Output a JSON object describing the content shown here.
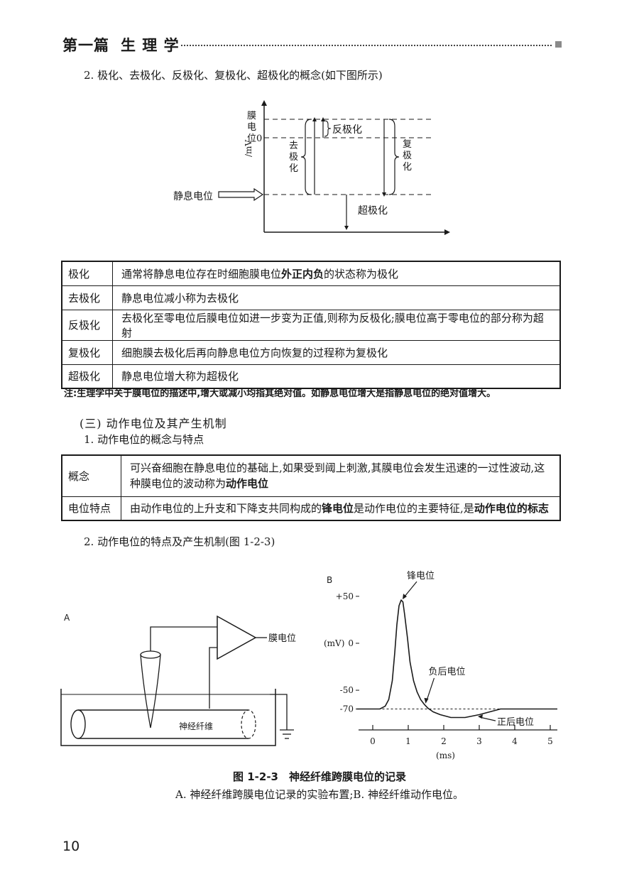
{
  "header": {
    "part": "第一篇",
    "subject": "生 理 学"
  },
  "section2_title": "2. 极化、去极化、反极化、复极化、超极化的概念(如下图所示)",
  "diagram1": {
    "y_axis_label": [
      "膜",
      "电",
      "位",
      "/mV"
    ],
    "zero_label": "0",
    "resting_label": "静息电位",
    "reverse_label": "反极化",
    "depol_label": [
      "去",
      "极",
      "化"
    ],
    "repol_label": [
      "复",
      "极",
      "化"
    ],
    "hyper_label": "超极化"
  },
  "table1": [
    {
      "term": "极化",
      "desc_before": "通常将静息电位存在时细胞膜电位",
      "desc_bold": "外正内负",
      "desc_after": "的状态称为极化"
    },
    {
      "term": "去极化",
      "desc_before": "静息电位减小称为去极化",
      "desc_bold": "",
      "desc_after": ""
    },
    {
      "term": "反极化",
      "desc_before": "去极化至零电位后膜电位如进一步变为正值,则称为反极化;膜电位高于零电位的部分称为超射",
      "desc_bold": "",
      "desc_after": ""
    },
    {
      "term": "复极化",
      "desc_before": "细胞膜去极化后再向静息电位方向恢复的过程称为复极化",
      "desc_bold": "",
      "desc_after": ""
    },
    {
      "term": "超极化",
      "desc_before": "静息电位增大称为超极化",
      "desc_bold": "",
      "desc_after": ""
    }
  ],
  "note": "注:生理学中关于膜电位的描述中,增大或减小均指其绝对值。如静息电位增大是指静息电位的绝对值增大。",
  "section3_title": "(三) 动作电位及其产生机制",
  "subsection1_title": "1. 动作电位的概念与特点",
  "table2": {
    "concept_term": "概念",
    "concept_line1": "可兴奋细胞在静息电位的基础上,如果受到阈上刺激,其膜电位会发生迅速的一过性波动,这",
    "concept_line2_before": "种膜电位的波动称为",
    "concept_line2_bold": "动作电位",
    "feature_term": "电位特点",
    "feature_before": "由动作电位的上升支和下降支共同构成的",
    "feature_bold1": "锋电位",
    "feature_middle": "是动作电位的主要特征,是",
    "feature_bold2": "动作电位的标志"
  },
  "subsection2_title": "2. 动作电位的特点及产生机制(图 1-2-3)",
  "figA": {
    "panel_label": "A",
    "amp_label": "膜电位",
    "fiber_label": "神经纤维"
  },
  "chart_data": {
    "type": "line",
    "panel_label": "B",
    "xlabel": "(ms)",
    "ylabel": "(mV)",
    "x_ticks": [
      0,
      1,
      2,
      3,
      4,
      5
    ],
    "y_ticks": [
      {
        "value": 50,
        "label": "+50"
      },
      {
        "value": 0,
        "label": "0"
      },
      {
        "value": -50,
        "label": "-50"
      },
      {
        "value": -70,
        "label": "-70"
      }
    ],
    "xlim": [
      -0.5,
      5.2
    ],
    "ylim": [
      -90,
      65
    ],
    "baseline": -70,
    "series": [
      {
        "x": [
          -0.45,
          0.2,
          0.35,
          0.45,
          0.55,
          0.62,
          0.68,
          0.74,
          0.8,
          0.85,
          0.9,
          0.98,
          1.05,
          1.15,
          1.25,
          1.35,
          1.45,
          1.55,
          1.7,
          1.9,
          2.2,
          2.6,
          3.0,
          3.3,
          3.6,
          3.8,
          4.2,
          5.2
        ],
        "y": [
          -70,
          -70,
          -67,
          -60,
          -40,
          -10,
          20,
          40,
          46,
          44,
          30,
          5,
          -20,
          -40,
          -52,
          -60,
          -65,
          -69,
          -73,
          -76,
          -79,
          -79,
          -76,
          -73,
          -70,
          -70,
          -70,
          -70
        ]
      }
    ],
    "annotations": [
      {
        "text": "锋电位",
        "x": 0.8,
        "y": 46
      },
      {
        "text": "负后电位",
        "x": 1.45,
        "y": -65
      },
      {
        "text": "正后电位",
        "x": 2.9,
        "y": -78
      }
    ]
  },
  "caption": {
    "title": "图 1-2-3　神经纤维跨膜电位的记录",
    "subtitle": "A. 神经纤维跨膜电位记录的实验布置;B. 神经纤维动作电位。"
  },
  "page_number": "10"
}
